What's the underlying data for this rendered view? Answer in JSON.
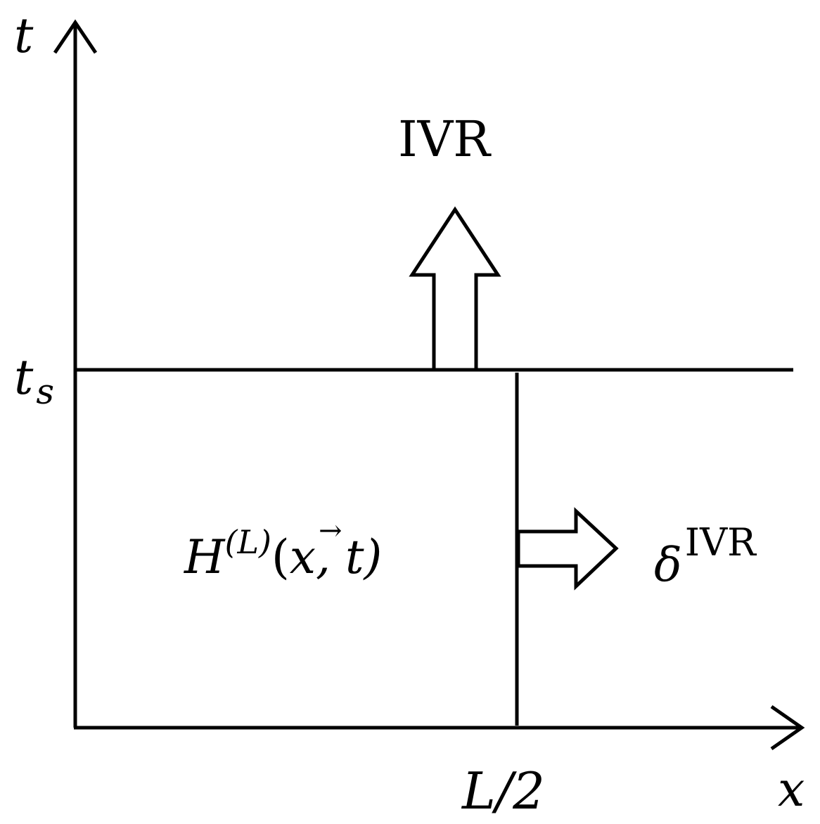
{
  "axes": {
    "x_label": "x",
    "t_label": "t",
    "ts_base": "t",
    "ts_sub": "s",
    "x_tick": "L/2"
  },
  "region": {
    "hamiltonian_base": "H",
    "hamiltonian_sup": "(L)",
    "hamiltonian_open": "(",
    "hamiltonian_vec": "x",
    "hamiltonian_arrow": "→",
    "hamiltonian_tail": ", t)"
  },
  "arrows": {
    "up_label": "IVR",
    "right_label_base": "δ",
    "right_label_sup": "IVR"
  }
}
